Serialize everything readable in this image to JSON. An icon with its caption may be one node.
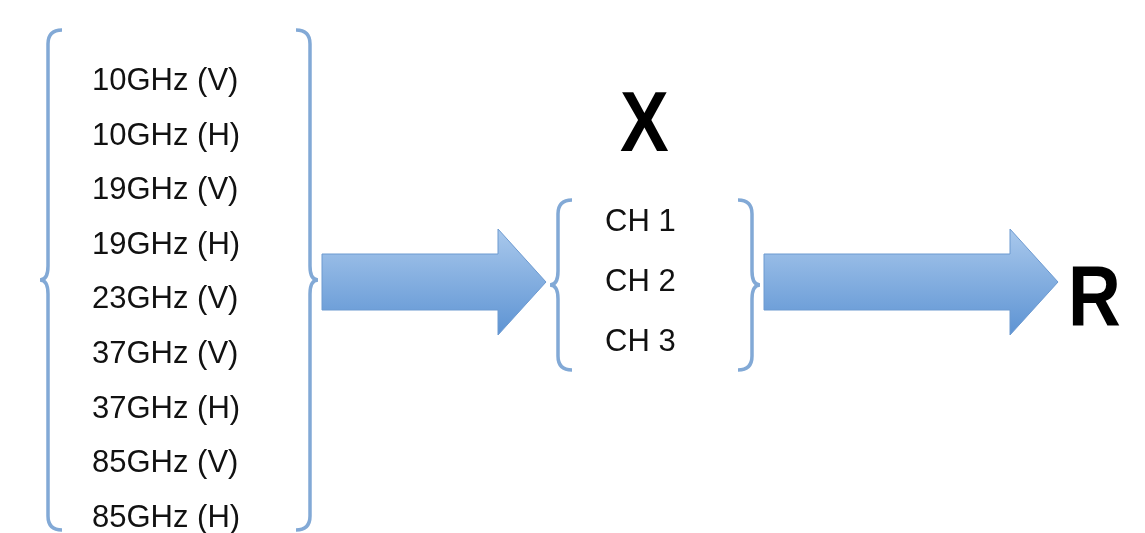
{
  "diagram": {
    "nodes": [
      {
        "text": [
          "10GHz (V)",
          "10GHz (H)",
          "19GHz (V)",
          "19GHz (H)",
          "23GHz (V)",
          "37GHz (V)",
          "37GHz (H)",
          "85GHz (V)",
          "85GHz (H)"
        ]
      },
      {
        "text": [
          "X",
          "CH 1",
          "CH 2",
          "CH 3"
        ]
      },
      {
        "text": [
          "R"
        ]
      }
    ],
    "edges": [
      {
        "from": 0,
        "to": 1,
        "arrow": "to",
        "style": "thick"
      },
      {
        "from": 1,
        "to": 2,
        "arrow": "to",
        "style": "thick"
      }
    ]
  }
}
